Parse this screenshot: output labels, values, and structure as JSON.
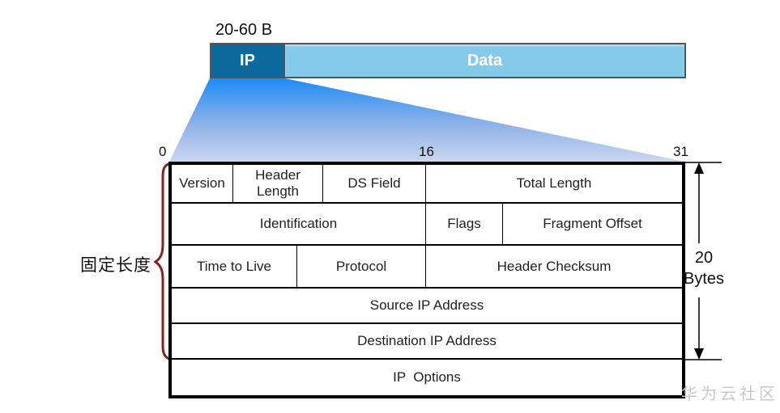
{
  "top": {
    "size_label": "20-60 B",
    "ip_label": "IP",
    "data_label": "Data"
  },
  "bit_ruler": {
    "labels": [
      "0",
      "16",
      "31"
    ]
  },
  "header_table": {
    "rows": [
      {
        "cells": [
          "Version",
          "Header\nLength",
          "DS Field",
          "Total Length"
        ]
      },
      {
        "cells": [
          "Identification",
          "Flags",
          "Fragment Offset"
        ]
      },
      {
        "cells": [
          "Time to Live",
          "Protocol",
          "Header Checksum"
        ]
      },
      {
        "cells": [
          "Source IP Address"
        ]
      },
      {
        "cells": [
          "Destination IP Address"
        ]
      },
      {
        "cells": [
          "IP  Options"
        ]
      }
    ]
  },
  "annotations": {
    "fixed_length": "固定长度",
    "bytes_value": "20",
    "bytes_unit": "Bytes"
  },
  "watermark": "华为云社区",
  "colors": {
    "ip_segment_fill": "#0c699c",
    "data_segment_fill": "#85cbe9",
    "bar_border": "#4d565e",
    "funnel_top": "#1d8cf6",
    "funnel_bottom": "#ccd6ef",
    "brace": "#8e1e1e",
    "table_border": "#000000",
    "watermark_gray": "#c8c8c8"
  }
}
